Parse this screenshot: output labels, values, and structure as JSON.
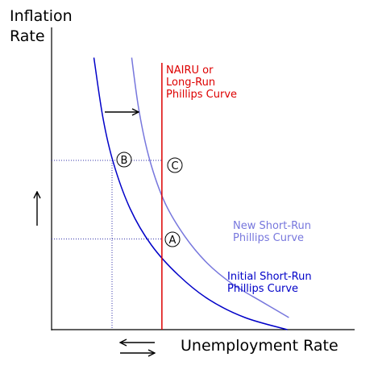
{
  "chart_data": {
    "type": "line",
    "ylabel": [
      "Inflation",
      "Rate"
    ],
    "xlabel": "Unemployment Rate",
    "colors": {
      "axis": "#000000",
      "initial_curve": "#0000c8",
      "new_curve": "#7777dd",
      "nairu": "#dd0000",
      "guide": "#3333aa",
      "arrow": "#000000"
    },
    "series": [
      {
        "name": [
          "Initial Short-Run",
          "Phillips Curve"
        ],
        "color": "#0000c8",
        "points": [
          [
            0.14,
            0.9
          ],
          [
            0.17,
            0.7
          ],
          [
            0.205,
            0.55
          ],
          [
            0.26,
            0.4
          ],
          [
            0.33,
            0.28
          ],
          [
            0.42,
            0.18
          ],
          [
            0.52,
            0.1
          ],
          [
            0.64,
            0.04
          ],
          [
            0.78,
            0.0
          ]
        ]
      },
      {
        "name": [
          "New Short-Run",
          "Phillips Curve"
        ],
        "color": "#7777dd",
        "points": [
          [
            0.265,
            0.9
          ],
          [
            0.29,
            0.72
          ],
          [
            0.325,
            0.56
          ],
          [
            0.375,
            0.42
          ],
          [
            0.44,
            0.31
          ],
          [
            0.515,
            0.22
          ],
          [
            0.6,
            0.15
          ],
          [
            0.7,
            0.09
          ],
          [
            0.785,
            0.04
          ]
        ]
      }
    ],
    "nairu": {
      "x": 0.365,
      "label": [
        "NAIRU or",
        "Long-Run",
        "Phillips Curve"
      ]
    },
    "points": [
      {
        "label": "A",
        "x": 0.365,
        "y": 0.3
      },
      {
        "label": "B",
        "x": 0.2,
        "y": 0.56
      },
      {
        "label": "C",
        "x": 0.365,
        "y": 0.56
      }
    ],
    "guides": {
      "low_inflation": 0.3,
      "high_inflation": 0.56,
      "low_unemployment": 0.2,
      "natural_unemployment": 0.365
    },
    "xlim": [
      0,
      1
    ],
    "ylim": [
      0,
      1
    ],
    "grid": false
  }
}
